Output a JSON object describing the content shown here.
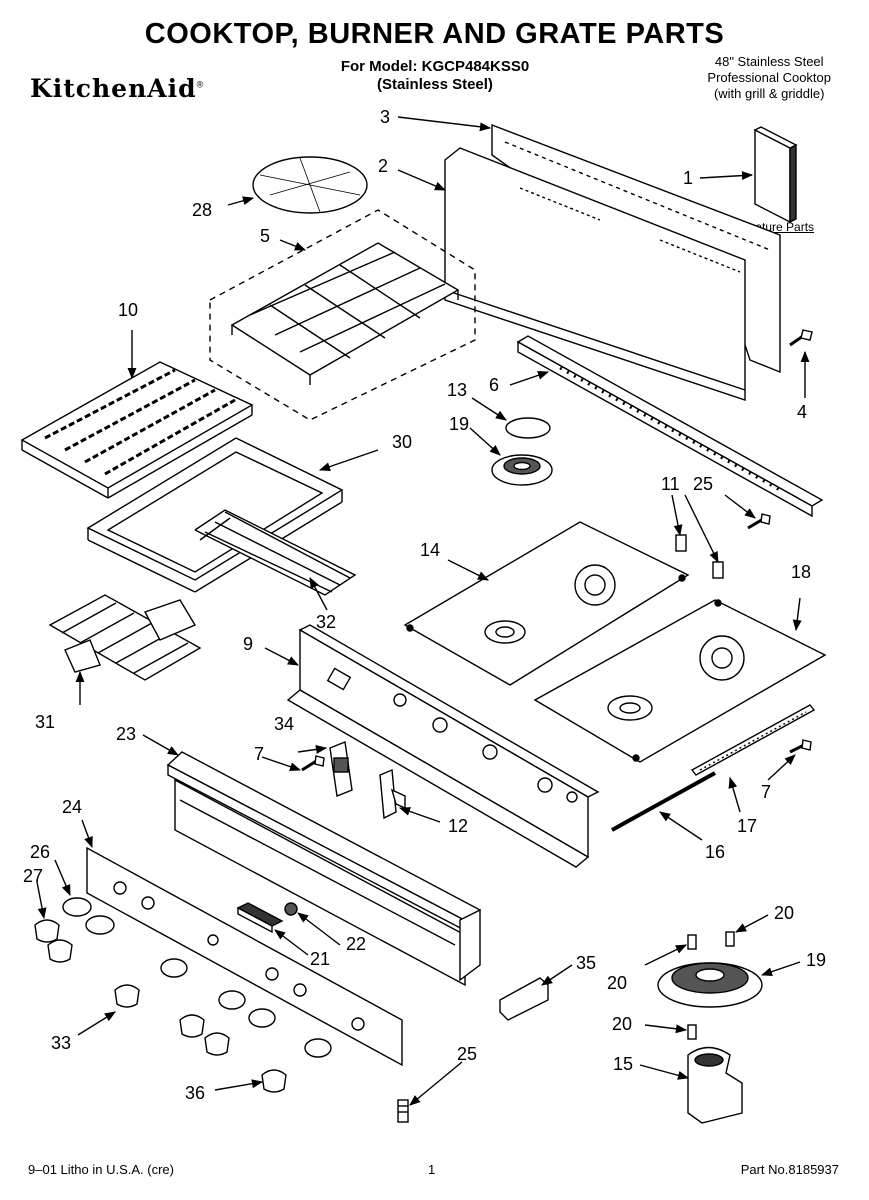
{
  "header": {
    "title": "COOKTOP, BURNER AND GRATE PARTS",
    "model_line": "For Model: KGCP484KSS0",
    "finish_line": "(Stainless Steel)",
    "brand": "KitchenAid",
    "brand_mark": "®",
    "desc_lines": [
      "48\" Stainless Steel",
      "Professional Cooktop",
      "(with grill & griddle)"
    ]
  },
  "literature_label": "Literature Parts",
  "callouts": [
    "1",
    "2",
    "3",
    "4",
    "5",
    "6",
    "7",
    "7",
    "9",
    "10",
    "11",
    "12",
    "13",
    "14",
    "15",
    "16",
    "17",
    "18",
    "19",
    "19",
    "20",
    "20",
    "20",
    "21",
    "22",
    "23",
    "24",
    "25",
    "25",
    "26",
    "27",
    "28",
    "30",
    "31",
    "32",
    "33",
    "34",
    "35",
    "36"
  ],
  "footer": {
    "left": "9–01 Litho in U.S.A. (cre)",
    "center": "1",
    "right": "Part No.8185937"
  }
}
